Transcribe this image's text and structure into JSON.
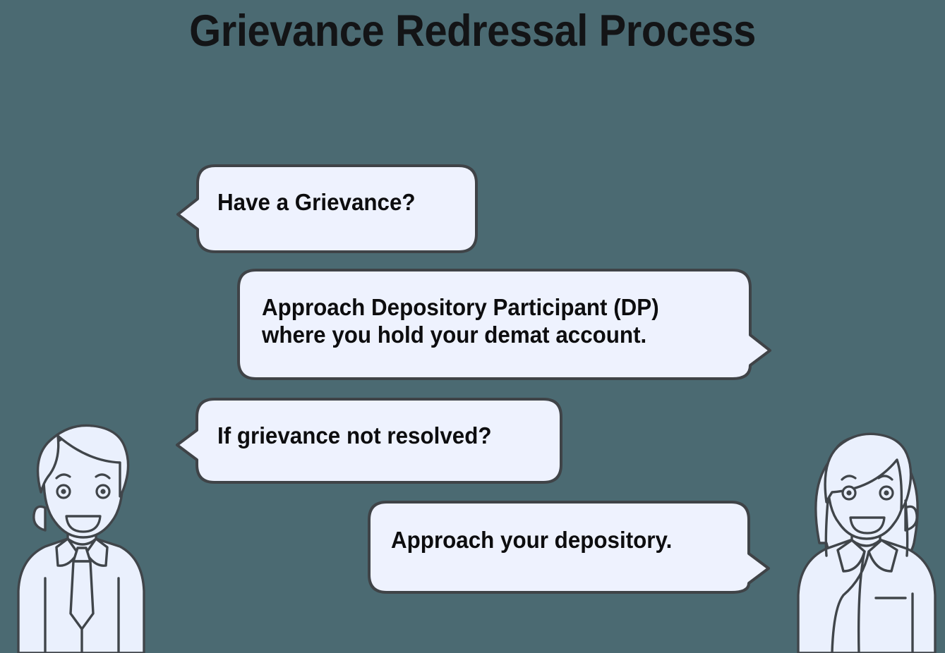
{
  "page": {
    "title": "Grievance Redressal Process",
    "background_color": "#4b6a72",
    "bubble_fill_color": "#eef2fe",
    "bubble_stroke_color": "#3f4347",
    "text_color": "#0d0d0f",
    "character_fill_color": "#eaf0fd",
    "character_stroke_color": "#40454a"
  },
  "conversation": {
    "bubbles": [
      {
        "id": "have-grievance",
        "text": "Have a Grievance?",
        "speaker": "man",
        "tail_side": "left",
        "order": 1
      },
      {
        "id": "approach-dp",
        "text": "Approach Depository Participant (DP)\nwhere you hold your demat account.",
        "speaker": "woman",
        "tail_side": "right",
        "order": 2
      },
      {
        "id": "not-resolved",
        "text": "If grievance not resolved?",
        "speaker": "man",
        "tail_side": "left",
        "order": 3
      },
      {
        "id": "approach-depository",
        "text": "Approach your depository.",
        "speaker": "woman",
        "tail_side": "right",
        "order": 4
      }
    ]
  },
  "characters": {
    "left": {
      "name": "man",
      "description": "Man with short side-swept hair, shirt collar and necktie",
      "icon": "man-avatar-icon"
    },
    "right": {
      "name": "woman",
      "description": "Woman with shoulder-length bob hair, collared blazer with pocket",
      "icon": "woman-avatar-icon"
    }
  }
}
